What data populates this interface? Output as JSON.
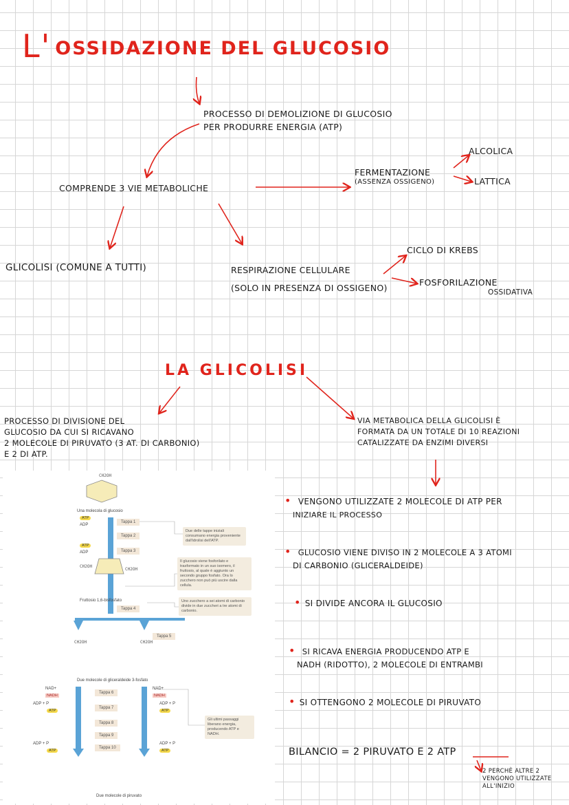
{
  "title": {
    "prefix": "L'",
    "text": "OSSIDAZIONE DEL GLUCOSIO"
  },
  "definition": {
    "line1": "PROCESSO DI DEMOLIZIONE DI GLUCOSIO",
    "line2": "PER PRODURRE ENERGIA (ATP)"
  },
  "comprende": "COMPRENDE 3 VIE METABOLICHE",
  "fermentazione": {
    "label": "FERMENTAZIONE",
    "note": "(ASSENZA OSSIGENO)",
    "alcolica": "ALCOLICA",
    "lattica": "LATTICA"
  },
  "glicolisi_common": "GLICOLISI (COMUNE A TUTTI)",
  "respirazione": {
    "label": "RESPIRAZIONE CELLULARE",
    "note": "(SOLO IN PRESENZA DI OSSIGENO)",
    "krebs": "CICLO DI KREBS",
    "fosfo1": "FOSFORILAZIONE",
    "fosfo2": "OSSIDATIVA"
  },
  "section2": "LA GLICOLISI",
  "left_def": {
    "l1": "PROCESSO DI DIVISIONE DEL",
    "l2": "GLUCOSIO DA CUI SI RICAVANO",
    "l3": "2 MOLECOLE DI PIRUVATO (3 AT. DI CARBONIO)",
    "l4": "E 2 DI ATP."
  },
  "right_def": {
    "l1": "VIA METABOLICA DELLA GLICOLISI È",
    "l2": "FORMATA DA UN TOTALE DI 10 REAZIONI",
    "l3": "CATALIZZATE DA ENZIMI DIVERSI"
  },
  "bullets": [
    {
      "l1": "VENGONO UTILIZZATE 2 MOLECOLE DI ATP PER",
      "l2": "INIZIARE IL PROCESSO"
    },
    {
      "l1": "GLUCOSIO VIENE DIVISO IN 2 MOLECOLE A 3 ATOMI",
      "l2": "DI CARBONIO (GLICERALDEIDE)"
    },
    {
      "l1": "SI DIVIDE ANCORA IL GLUCOSIO",
      "l2": ""
    },
    {
      "l1": "SI RICAVA ENERGIA PRODUCENDO ATP E",
      "l2": "NADH (RIDOTTO), 2 MOLECOLE DI ENTRAMBI"
    },
    {
      "l1": "SI OTTENGONO 2 MOLECOLE DI PIRUVATO",
      "l2": ""
    }
  ],
  "bilancio": {
    "text": "BILANCIO = 2 PIRUVATO E 2 ATP",
    "note1": "2 PERCHÈ ALTRE 2",
    "note2": "VENGONO UTILIZZATE",
    "note3": "ALL'INIZIO"
  },
  "figure": {
    "glucose_caption": "Una molecola di glucosio",
    "ch2oh": "CH2OH",
    "atp": "ATP",
    "adp": "ADP",
    "nad": "NAD+",
    "nadh": "NADH",
    "adp_p": "ADP + P",
    "tappe": [
      "Tappa 1",
      "Tappa 2",
      "Tappa 3",
      "Tappa 4",
      "Tappa 5",
      "Tappa 6",
      "Tappa 7",
      "Tappa 8",
      "Tappa 9",
      "Tappa 10"
    ],
    "note1": "Due delle tappe iniziali consumano energia proveniente dall'idrolisi dell'ATP.",
    "note2": "Il glucosio viene fosforilato e trasformato in un suo isomero, il fruttosio, al quale è aggiunto un secondo gruppo fosfato. Ora lo zucchero non può più uscire dalla cellula.",
    "note3": "Uno zucchero a sei atomi di carbonio divide in due zuccheri a tre atomi di carbonio.",
    "note4": "Gli ultimi passaggi liberano energia, producendo ATP e NADH.",
    "fructose_caption": "Fruttosio 1,6-bisfosfato",
    "g3p_caption": "Due molecole di gliceraldeide 3-fosfato",
    "pyruvate_caption": "Due molecole di piruvato"
  }
}
